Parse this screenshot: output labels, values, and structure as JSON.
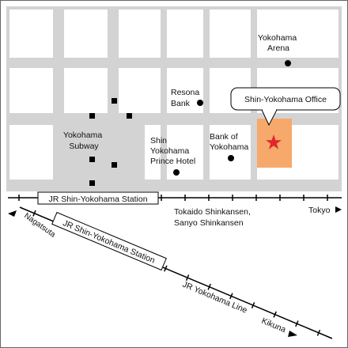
{
  "colors": {
    "background": "#ffffff",
    "road": "#d3d3d3",
    "highlight_block": "#f6a96b",
    "star": "#e0262b",
    "line": "#000000",
    "border": "#666666"
  },
  "landmarks": {
    "yokohama_arena": [
      "Yokohama",
      "Arena"
    ],
    "resona_bank": [
      "Resona",
      "Bank"
    ],
    "bank_of_yokohama": [
      "Bank of",
      "Yokohama"
    ],
    "prince_hotel": [
      "Shin",
      "Yokohama",
      "Prince Hotel"
    ],
    "subway": [
      "Yokohama",
      "Subway"
    ]
  },
  "callout": {
    "label": "Shin-Yokohama Office"
  },
  "station": {
    "label": "JR Shin-Yokohama Station",
    "label_diagonal": "JR Shin-Yokohama Station"
  },
  "rail": {
    "shinkansen_label": [
      "Tokaido Shinkansen,",
      "Sanyo Shinkansen"
    ],
    "tokyo_label": "Tokyo",
    "nagatsuta_label": "Nagatsuta",
    "yokohama_line_label": "JR Yokohama Line",
    "kikuna_label": "Kikuna"
  }
}
